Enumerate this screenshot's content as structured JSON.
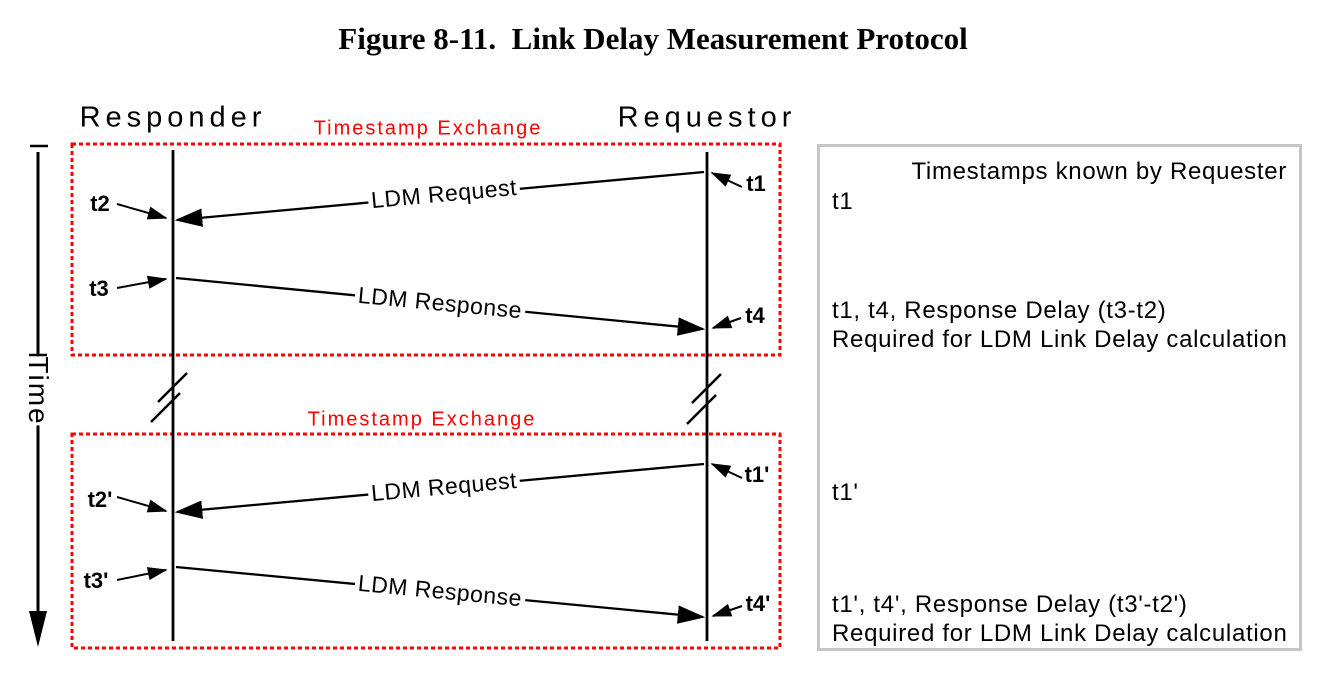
{
  "title": "Figure 8-11.  Link Delay Measurement Protocol",
  "diagram": {
    "time_axis_label": "Time",
    "responder_label": "Responder",
    "requestor_label": "Requestor",
    "exchange1": {
      "label": "Timestamp Exchange",
      "request": "LDM Request",
      "response": "LDM Response",
      "t1": "t1",
      "t2": "t2",
      "t3": "t3",
      "t4": "t4"
    },
    "exchange2": {
      "label": "Timestamp Exchange",
      "request": "LDM Request",
      "response": "LDM Response",
      "t1": "t1'",
      "t2": "t2'",
      "t3": "t3'",
      "t4": "t4'"
    }
  },
  "panel": {
    "header": "Timestamps known by Requester",
    "row1": "t1",
    "row2_line1": "t1, t4, Response Delay (t3-t2)",
    "row2_line2": "Required for LDM Link Delay calculation",
    "row3": "t1'",
    "row4_line1": "t1', t4', Response Delay (t3'-t2')",
    "row4_line2": "Required for LDM Link Delay calculation"
  },
  "colors": {
    "ink": "#000000",
    "exchange_red": "#ff0000",
    "panel_border": "#c6c6c6"
  }
}
